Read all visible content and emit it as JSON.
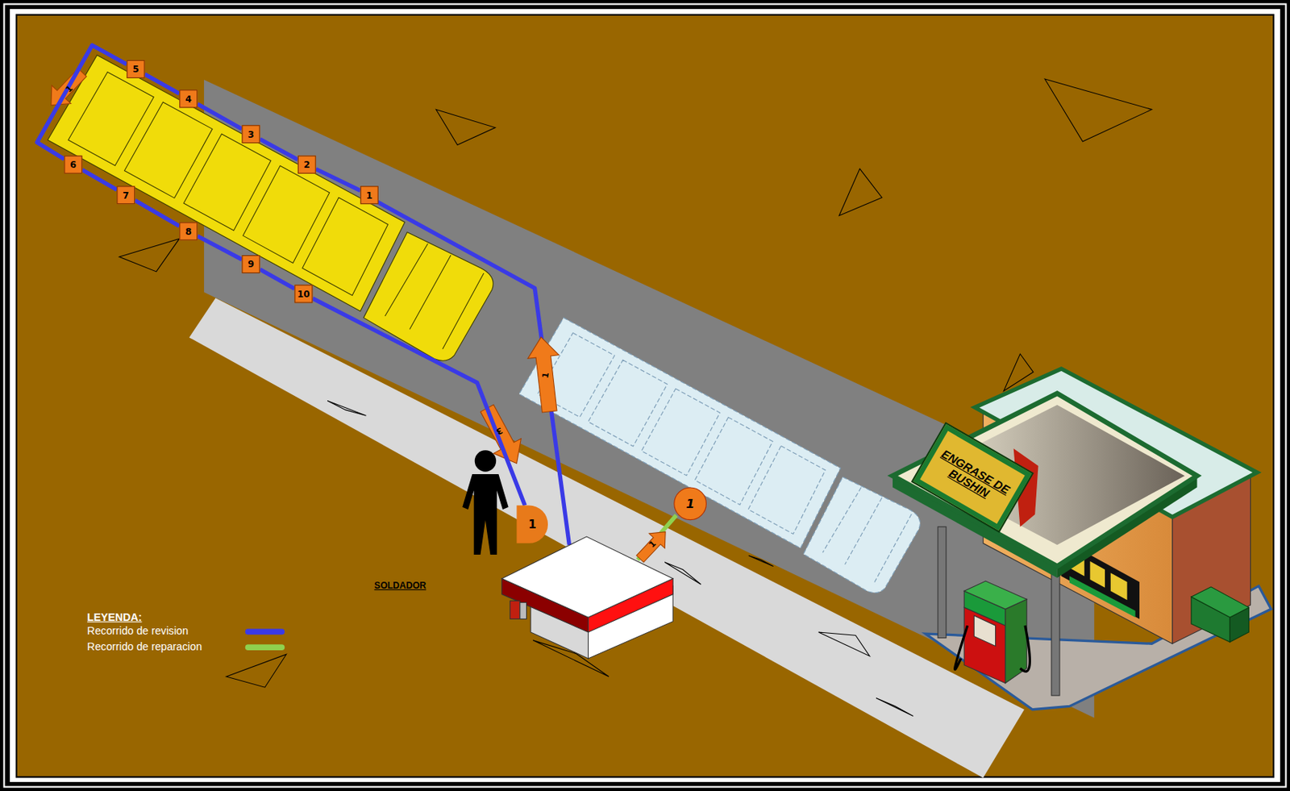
{
  "diagram": {
    "nodes": [
      {
        "text": [
          "1"
        ]
      },
      {
        "text": [
          "2"
        ]
      },
      {
        "text": [
          "3"
        ]
      },
      {
        "text": [
          "4"
        ]
      },
      {
        "text": [
          "5"
        ]
      },
      {
        "text": [
          "6"
        ]
      },
      {
        "text": [
          "7"
        ]
      },
      {
        "text": [
          "8"
        ]
      },
      {
        "text": [
          "9"
        ]
      },
      {
        "text": [
          "10"
        ]
      },
      {
        "text": [
          "1"
        ]
      },
      {
        "text": [
          "1"
        ]
      },
      {
        "text": [
          "ENGRASE DE BUSHIN"
        ]
      }
    ],
    "edges": [
      {
        "from": 0,
        "to": 1,
        "arrow": "none"
      },
      {
        "from": 1,
        "to": 2,
        "arrow": "none"
      },
      {
        "from": 2,
        "to": 3,
        "arrow": "none"
      },
      {
        "from": 3,
        "to": 4,
        "arrow": "none"
      },
      {
        "from": 4,
        "to": 5,
        "arrow": "none"
      },
      {
        "from": 5,
        "to": 6,
        "arrow": "none"
      },
      {
        "from": 6,
        "to": 7,
        "arrow": "none"
      },
      {
        "from": 7,
        "to": 8,
        "arrow": "none"
      },
      {
        "from": 8,
        "to": 9,
        "arrow": "none"
      },
      {
        "from": 9,
        "to": 10,
        "arrow": "none"
      }
    ],
    "labels": [
      "1",
      "3",
      "1",
      "1",
      "SOLDADOR",
      "LEYENDA:"
    ],
    "legend": [
      {
        "text": "Recorrido de revision",
        "color": "#3a3ae6"
      },
      {
        "text": "Recorrido de reparacion",
        "color": "#8fd14f"
      }
    ]
  }
}
